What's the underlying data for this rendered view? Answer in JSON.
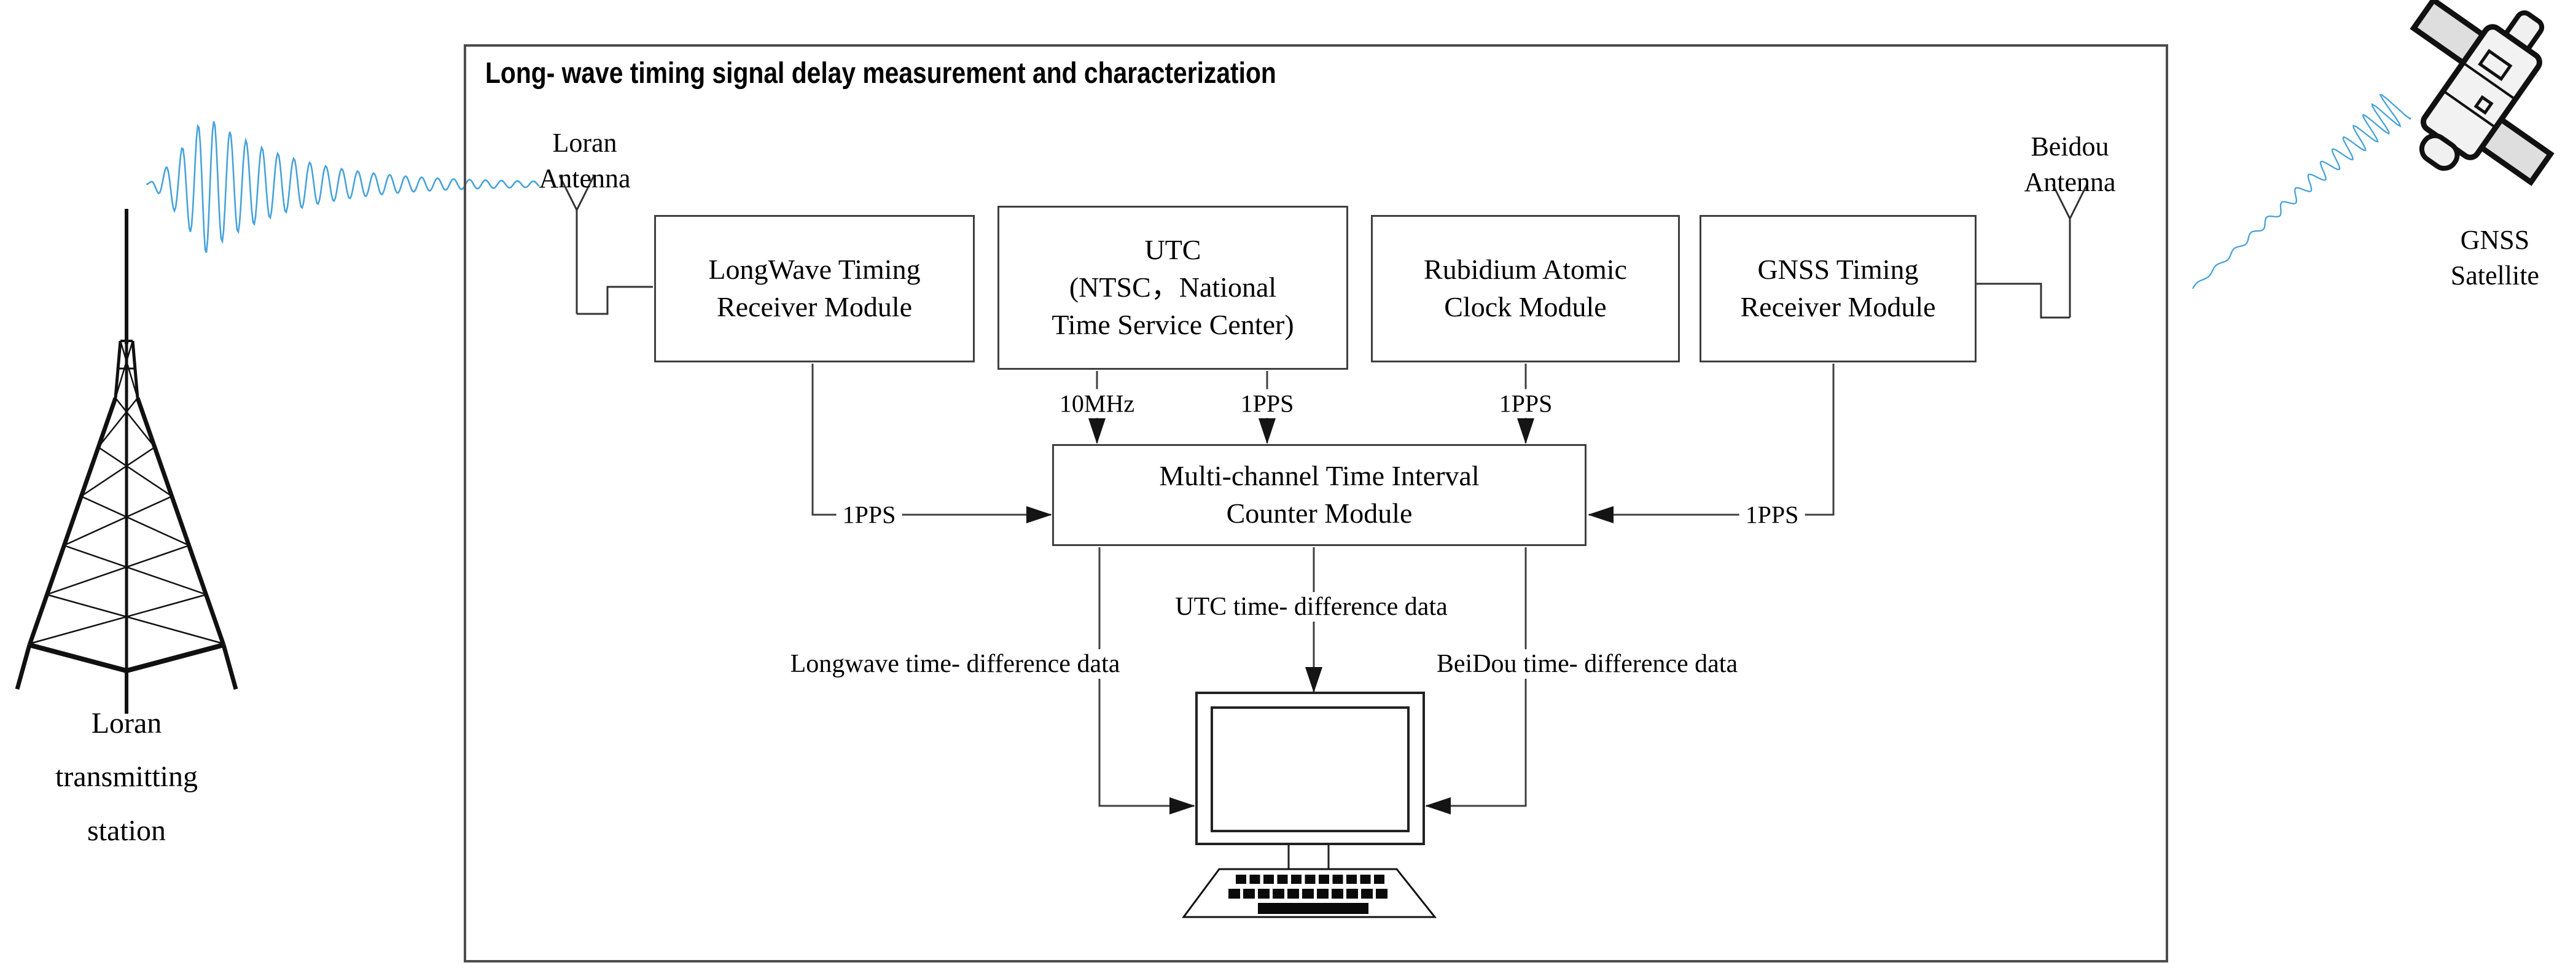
{
  "title": "Long- wave timing signal delay measurement and characterization",
  "external": {
    "loran_station_label": "Loran\ntransmitting\nstation",
    "gnss_satellite_label": "GNSS\nSatellite"
  },
  "antennas": {
    "loran": "Loran\nAntenna",
    "beidou": "Beidou\nAntenna"
  },
  "modules": {
    "longwave": "LongWave Timing\nReceiver Module",
    "utc": "UTC\n(NTSC，National\nTime Service Center)",
    "rubidium": "Rubidium Atomic\nClock Module",
    "gnss": "GNSS  Timing\nReceiver Module",
    "counter": "Multi-channel Time Interval\nCounter Module"
  },
  "signals": {
    "ref_10mhz": "10MHz",
    "pps_utc": "1PPS",
    "pps_rubidium": "1PPS",
    "pps_longwave": "1PPS",
    "pps_gnss": "1PPS"
  },
  "outputs": {
    "utc": "UTC time- difference data",
    "longwave": "Longwave time- difference data",
    "beidou": "BeiDou time- difference data"
  },
  "colors": {
    "wave": "#46a2da",
    "line": "#404040",
    "arrow": "#141414",
    "ink": "#111111"
  }
}
